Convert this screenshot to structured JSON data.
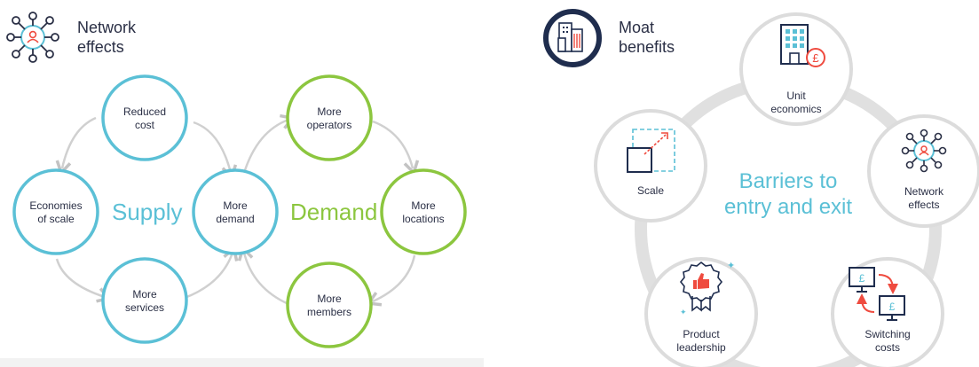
{
  "left_panel": {
    "title_line1": "Network",
    "title_line2": "effects",
    "supply_label": "Supply",
    "demand_label": "Demand",
    "nodes": {
      "reduced_cost": [
        "Reduced",
        "cost"
      ],
      "economies_of_scale": [
        "Economies",
        "of scale"
      ],
      "more_services": [
        "More",
        "services"
      ],
      "more_demand": [
        "More",
        "demand"
      ],
      "more_operators": [
        "More",
        "operators"
      ],
      "more_locations": [
        "More",
        "locations"
      ],
      "more_members": [
        "More",
        "members"
      ]
    }
  },
  "right_panel": {
    "title_line1": "Moat",
    "title_line2": "benefits",
    "center_line1": "Barriers to",
    "center_line2": "entry and exit",
    "nodes": {
      "unit_economics": [
        "Unit",
        "economics"
      ],
      "network_effects": [
        "Network",
        "effects"
      ],
      "switching_costs": [
        "Switching",
        "costs"
      ],
      "product_leadership": [
        "Product",
        "leadership"
      ],
      "scale": [
        "Scale"
      ]
    },
    "currency_symbol": "£"
  },
  "colors": {
    "supply_blue": "#5bc0d6",
    "demand_green": "#8cc63f",
    "arrow_gray": "#c9c9c9",
    "ring_gray": "#dcdcdc",
    "text_dark": "#2a2f45",
    "accent_red": "#ef4b3f",
    "navy": "#1f2d4e"
  }
}
